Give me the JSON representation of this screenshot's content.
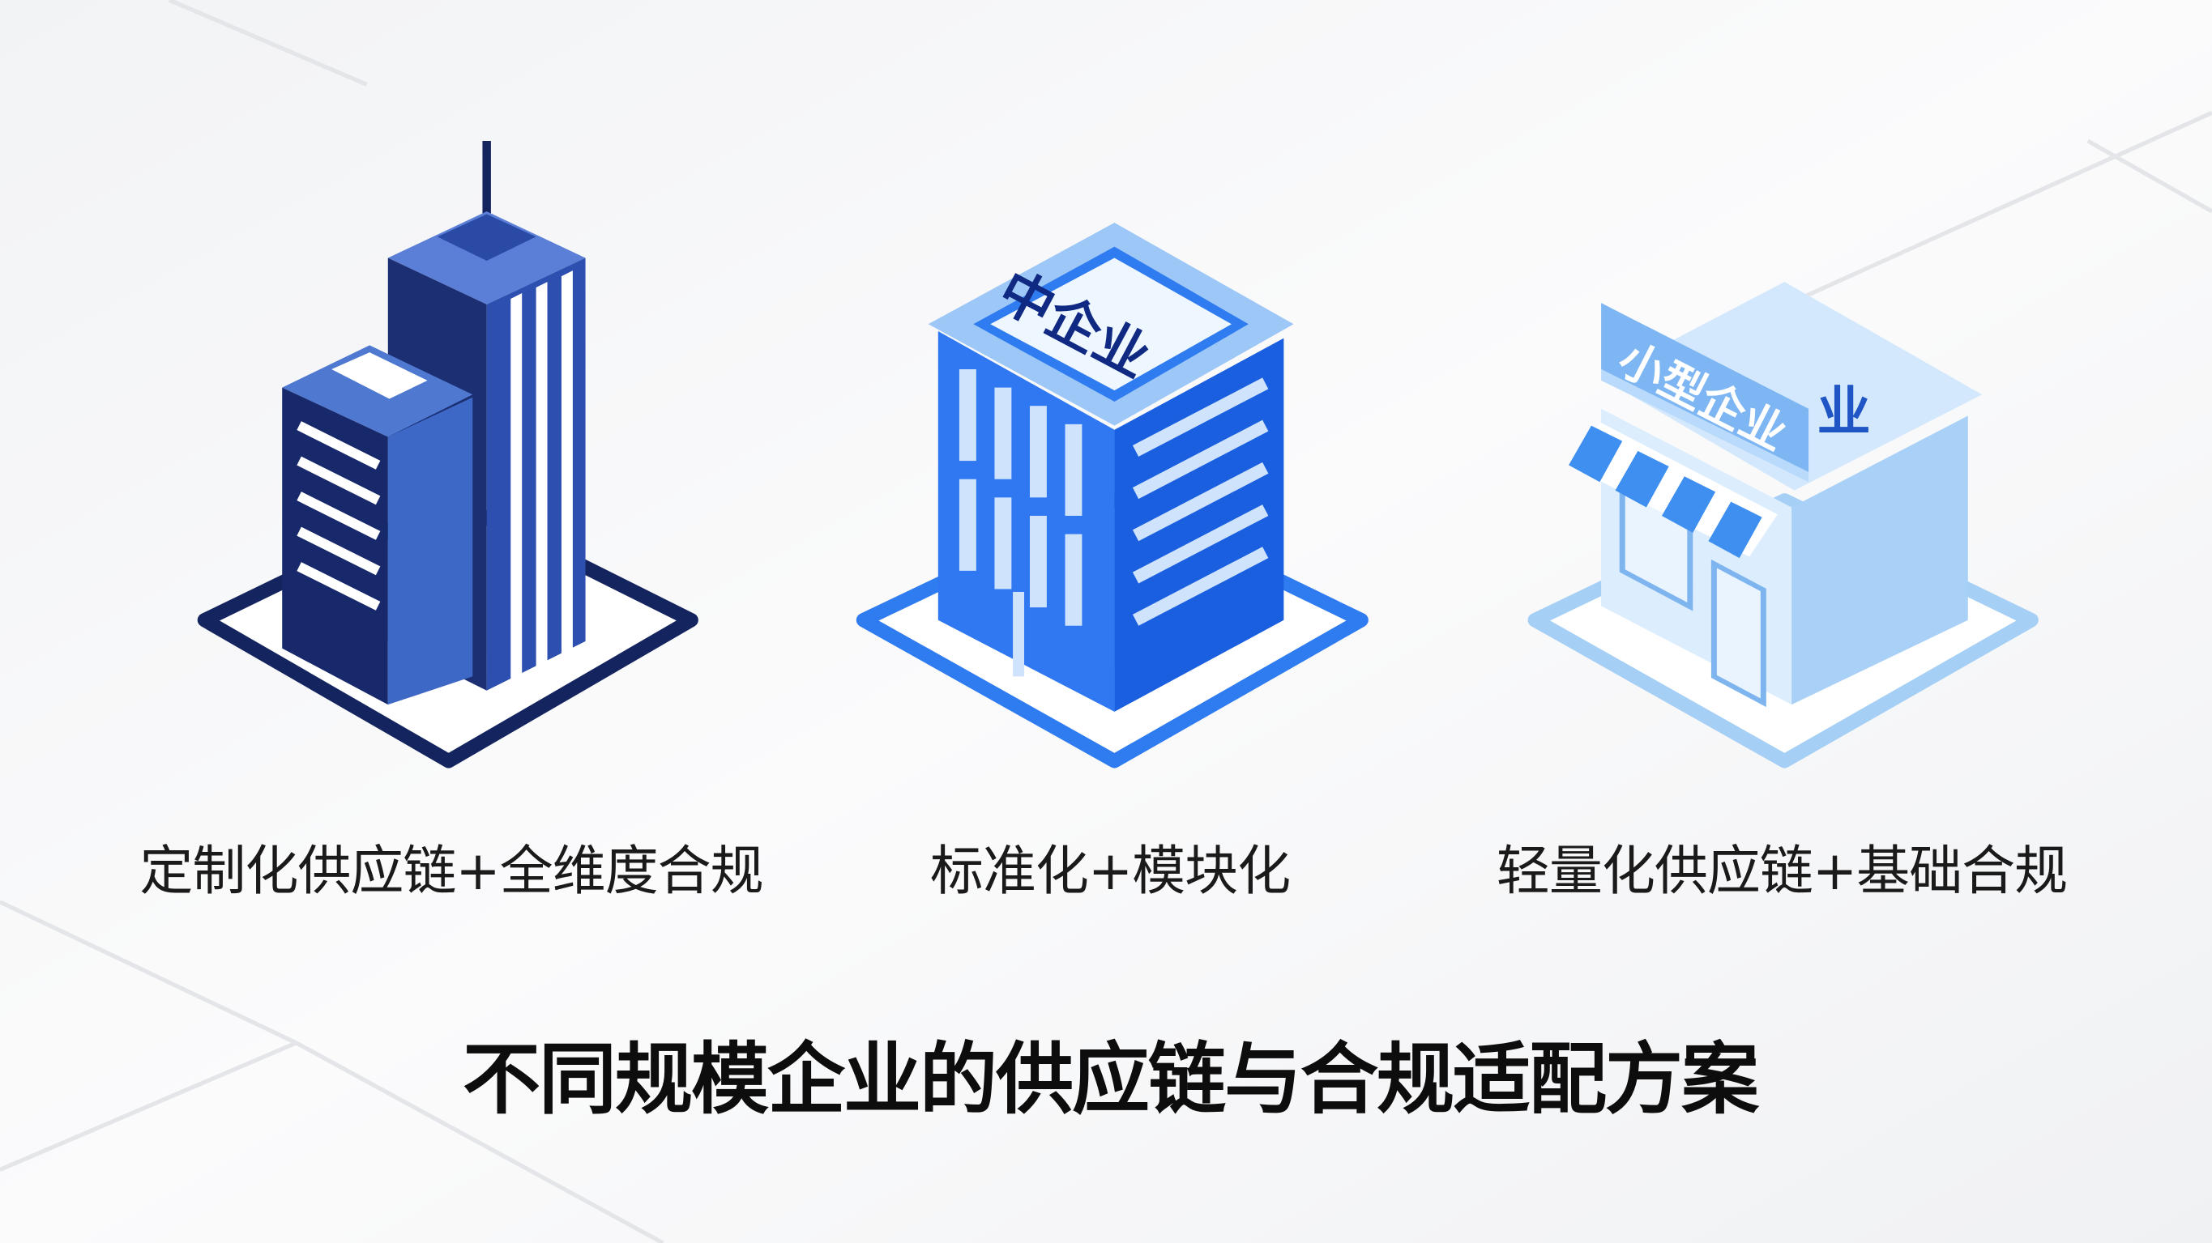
{
  "title": "不同规模企业的供应链与合规适配方案",
  "enterprises": [
    {
      "sign": "",
      "caption": "定制化供应链+全维度合规",
      "color": "#1e3a8a"
    },
    {
      "sign": "中企业",
      "caption": "标准化+模块化",
      "color": "#2b6ff0"
    },
    {
      "sign": "小型企业",
      "sign_extra": "业",
      "caption": "轻量化供应链+基础合规",
      "color": "#a9d0f7"
    }
  ]
}
